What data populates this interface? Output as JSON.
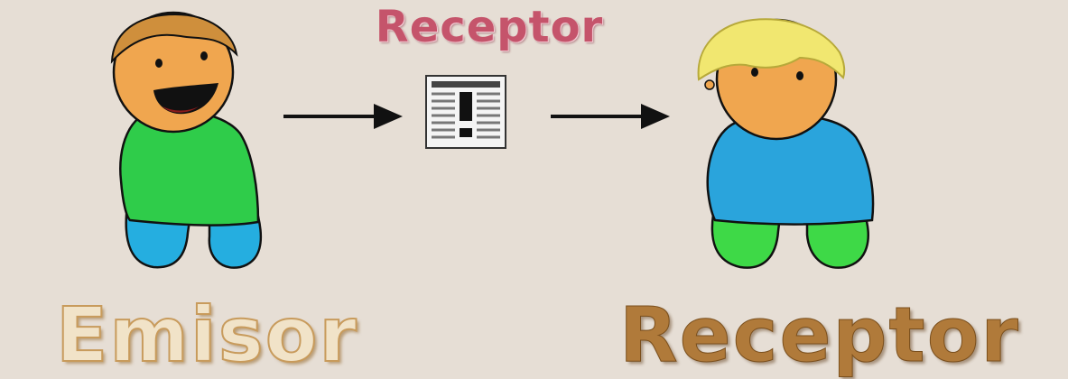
{
  "diagram": {
    "message_label": "Receptor",
    "sender_label": "Emisor",
    "receiver_label": "Receptor"
  },
  "colors": {
    "background": "#e6ded5",
    "skin": "#f0a64f",
    "sender_hair": "#cf8f3c",
    "sender_shirt": "#2fcc4a",
    "sender_legs": "#25aee0",
    "receiver_hair": "#f1e770",
    "receiver_shirt": "#2aa4dc",
    "receiver_legs": "#3ed947",
    "arrow": "#111111"
  },
  "icons": [
    "sender-person-icon",
    "message-document-icon",
    "receiver-person-icon",
    "arrow-right-icon"
  ]
}
